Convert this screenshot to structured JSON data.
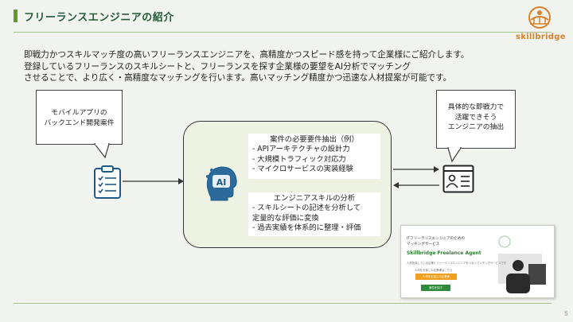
{
  "header": {
    "title": "フリーランスエンジニアの紹介",
    "logo_text": "skillbridge"
  },
  "intro": {
    "lines": [
      "即戦力かつスキルマッチ度の高いフリーランスエンジニアを、高精度かつスピード感を持って企業様にご紹介します。",
      "登録しているフリーランスのスキルシートと、フリーランスを探す企業様の要望をAI分析でマッチング",
      "させることで、より広く・高精度なマッチングを行います。高いマッチング精度かつ迅速な人材提案が可能です。"
    ]
  },
  "left_bubble": {
    "lines": [
      "モバイルアプリの",
      "バックエンド開発案件"
    ]
  },
  "right_bubble": {
    "lines": [
      "具体的な即戦力で",
      "活躍できそう",
      "エンジニアの抽出"
    ]
  },
  "requirements": {
    "title": "案件の必要要件抽出（例）",
    "items": [
      "- APIアーキテクチャの設計力",
      "- 大規模トラフィック対応力",
      "- マイクロサービスの実装経験"
    ]
  },
  "skills": {
    "title": "エンジニアスキルの分析",
    "items": [
      "- スキルシートの記述を分析して",
      "定量的な評価に変換",
      "- 過去実績を体系的に整理・評価"
    ]
  },
  "ai_icon": {
    "label": "AI",
    "icon": "ai-head-icon"
  },
  "thumbnail": {
    "heading_line1": "ITフリーランスエンジニアのための",
    "heading_line2": "マッチングサービス",
    "brand": "Skillbridge Freelance Agent",
    "line": "人材を探している企業とフリーランスエンジニアをつなぐマッチングサービスです",
    "line2": "人材をお探しの企業様はこちら",
    "button1": "人材をお探しの企業様",
    "button2": "案件を探す"
  },
  "page_number": "5",
  "colors": {
    "accent": "#5f9a2b",
    "title": "#245a37",
    "logo": "#d9822b",
    "icon_blue": "#1f5a86",
    "background": "#f1f3ee"
  }
}
